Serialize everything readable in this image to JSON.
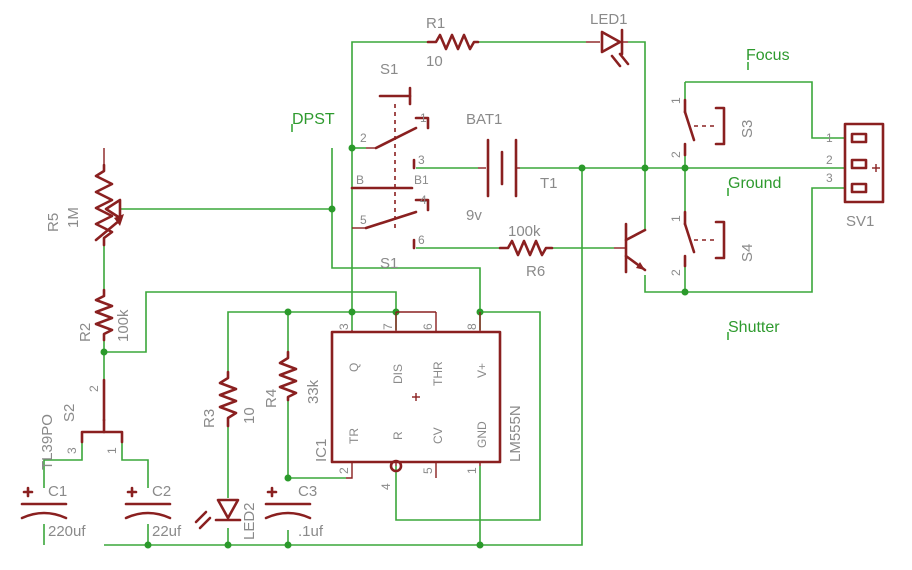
{
  "nets": {
    "dpst": "DPST",
    "focus": "Focus",
    "ground": "Ground",
    "shutter": "Shutter"
  },
  "parts": {
    "r1": {
      "name": "R1",
      "value": "10"
    },
    "led1": {
      "name": "LED1"
    },
    "s1": {
      "name": "S1",
      "name2": "S1"
    },
    "bat1": {
      "name": "BAT1",
      "value": "9v"
    },
    "t1": {
      "name": "T1"
    },
    "r6": {
      "name": "R6",
      "value": "100k"
    },
    "r5": {
      "name": "R5",
      "value": "1M"
    },
    "r2": {
      "name": "R2",
      "value": "100k"
    },
    "s2": {
      "name": "S2",
      "value": "TL39PO"
    },
    "c1": {
      "name": "C1",
      "value": "220uf"
    },
    "c2": {
      "name": "C2",
      "value": "22uf"
    },
    "r3": {
      "name": "R3",
      "value": "10"
    },
    "led2": {
      "name": "LED2"
    },
    "r4": {
      "name": "R4",
      "value": "33k"
    },
    "c3": {
      "name": "C3",
      "value": ".1uf"
    },
    "ic1": {
      "name": "IC1",
      "value": "LM555N"
    },
    "s3": {
      "name": "S3"
    },
    "s4": {
      "name": "S4"
    },
    "sv1": {
      "name": "SV1"
    }
  },
  "ic_pins": {
    "q": "Q",
    "dis": "DIS",
    "thr": "THR",
    "vplus": "V+",
    "tr": "TR",
    "r": "R",
    "cv": "CV",
    "gnd": "GND"
  },
  "pin_numbers": {
    "s1_1": "1",
    "s1_2": "2",
    "s1_3": "3",
    "s1_4": "4",
    "s1_5": "5",
    "s1_6": "6",
    "s1_b": "B",
    "s1_b1": "B1",
    "s2_1": "1",
    "s2_2": "2",
    "s2_3": "3",
    "s3_1": "1",
    "s3_2": "2",
    "s4_1": "1",
    "s4_2": "2",
    "sv1_1": "1",
    "sv1_2": "2",
    "sv1_3": "3",
    "ic_3": "3",
    "ic_7": "7",
    "ic_6": "6",
    "ic_8": "8",
    "ic_2": "2",
    "ic_4": "4",
    "ic_5": "5",
    "ic_1": "1"
  }
}
